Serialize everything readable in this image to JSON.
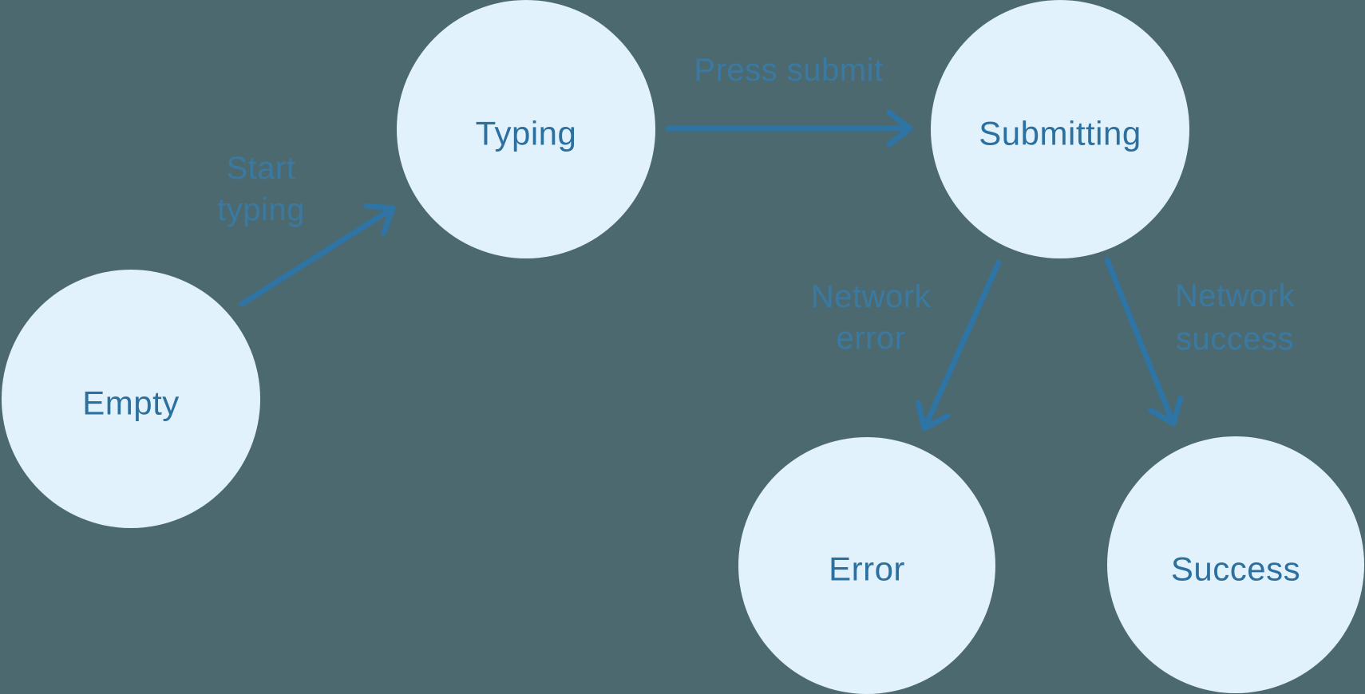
{
  "diagram": {
    "title": "form-submission-state-machine",
    "colors": {
      "background": "#4C6970",
      "node_fill": "#E2F2FC",
      "node_text": "#2C709F",
      "edge": "#2E74A4",
      "edge_label": "#3A7AA4"
    },
    "states": [
      {
        "id": "empty",
        "label": "Empty"
      },
      {
        "id": "typing",
        "label": "Typing"
      },
      {
        "id": "submitting",
        "label": "Submitting"
      },
      {
        "id": "error",
        "label": "Error"
      },
      {
        "id": "success",
        "label": "Success"
      }
    ],
    "transitions": [
      {
        "from": "empty",
        "to": "typing",
        "label": "Start typing",
        "label_lines": [
          "Start",
          "typing"
        ]
      },
      {
        "from": "typing",
        "to": "submitting",
        "label": "Press submit",
        "label_lines": [
          "Press submit"
        ]
      },
      {
        "from": "submitting",
        "to": "error",
        "label": "Network error",
        "label_lines": [
          "Network",
          "error"
        ]
      },
      {
        "from": "submitting",
        "to": "success",
        "label": "Network success",
        "label_lines": [
          "Network",
          "success"
        ]
      }
    ]
  }
}
